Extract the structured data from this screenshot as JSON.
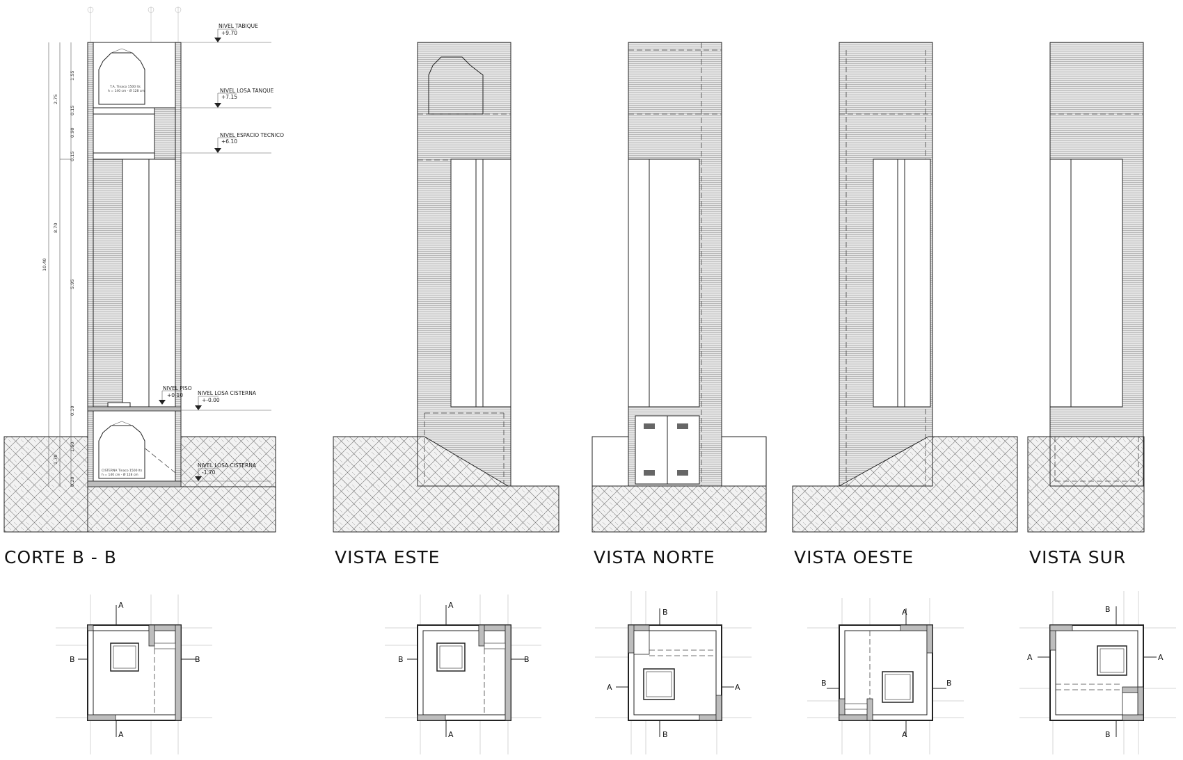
{
  "views": [
    {
      "id": "corte",
      "title": "CORTE B - B"
    },
    {
      "id": "este",
      "title": "VISTA ESTE"
    },
    {
      "id": "norte",
      "title": "VISTA NORTE"
    },
    {
      "id": "oeste",
      "title": "VISTA OESTE"
    },
    {
      "id": "sur",
      "title": "VISTA SUR"
    }
  ],
  "levels": [
    {
      "name": "NIVEL TABIQUE",
      "value": "+9.70"
    },
    {
      "name": "NIVEL LOSA TANQUE",
      "value": "+7.15"
    },
    {
      "name": "NIVEL ESPACIO TECNICO",
      "value": "+6.10"
    },
    {
      "name": "NIVEL PISO",
      "value": "+0.10"
    },
    {
      "name": "NIVEL LOSA CISTERNA",
      "value": "+-0.00"
    },
    {
      "name": "NIVEL LOSA CISTERNA",
      "value": "-1.70"
    }
  ],
  "dimensions": {
    "total": "10.40",
    "upper": "8.70",
    "segments": [
      "1.55",
      "0.15",
      "0.90",
      "0.15",
      "5.95",
      "0.10",
      "1.50",
      "0.20"
    ],
    "left_pair": [
      "2.75",
      "1.70"
    ]
  },
  "tanks": {
    "upper_label": "T.A. Tinaco 1500 lts",
    "upper_dims": "h = 140 cm - Ø 128 cm",
    "lower_label": "CISTERNA Tinaco 1500 lts",
    "lower_dims": "h = 140 cm - Ø 128 cm"
  },
  "plan_cut_labels": {
    "a": "A",
    "b": "B"
  },
  "colors": {
    "line": "#222222",
    "hatch": "#bdbdbd",
    "background": "#ffffff"
  }
}
